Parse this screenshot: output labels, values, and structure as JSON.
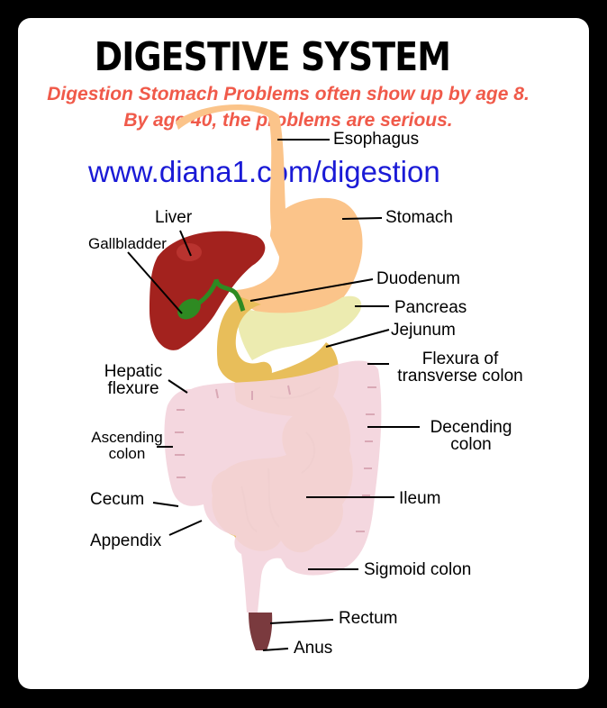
{
  "title": "DIGESTIVE SYSTEM",
  "subtitle": "Digestion Stomach Problems often show up by age 8.  By age 40, the problems are serious.",
  "url": "www.diana1.com/digestion",
  "labels": {
    "esophagus": "Esophagus",
    "stomach": "Stomach",
    "liver": "Liver",
    "gallbladder": "Gallbladder",
    "duodenum": "Duodenum",
    "pancreas": "Pancreas",
    "jejunum": "Jejunum",
    "flexura_line1": "Flexura of",
    "flexura_line2": "transverse colon",
    "hepatic_line1": "Hepatic",
    "hepatic_line2": "flexure",
    "ascending_line1": "Ascending",
    "ascending_line2": "colon",
    "decending_line1": "Decending",
    "decending_line2": "colon",
    "cecum": "Cecum",
    "ileum": "Ileum",
    "appendix": "Appendix",
    "sigmoid": "Sigmoid colon",
    "rectum": "Rectum",
    "anus": "Anus"
  },
  "colors": {
    "subtitle": "#f05a4a",
    "url": "#1a1ad6",
    "liver": "#a3221e",
    "gallbladder": "#2e8a22",
    "stomach": "#fbc48a",
    "pancreas": "#ecebb0",
    "small_intestine": "#e8be5a",
    "colon": "#f3d4dc",
    "rectum": "#7a3a3e"
  }
}
